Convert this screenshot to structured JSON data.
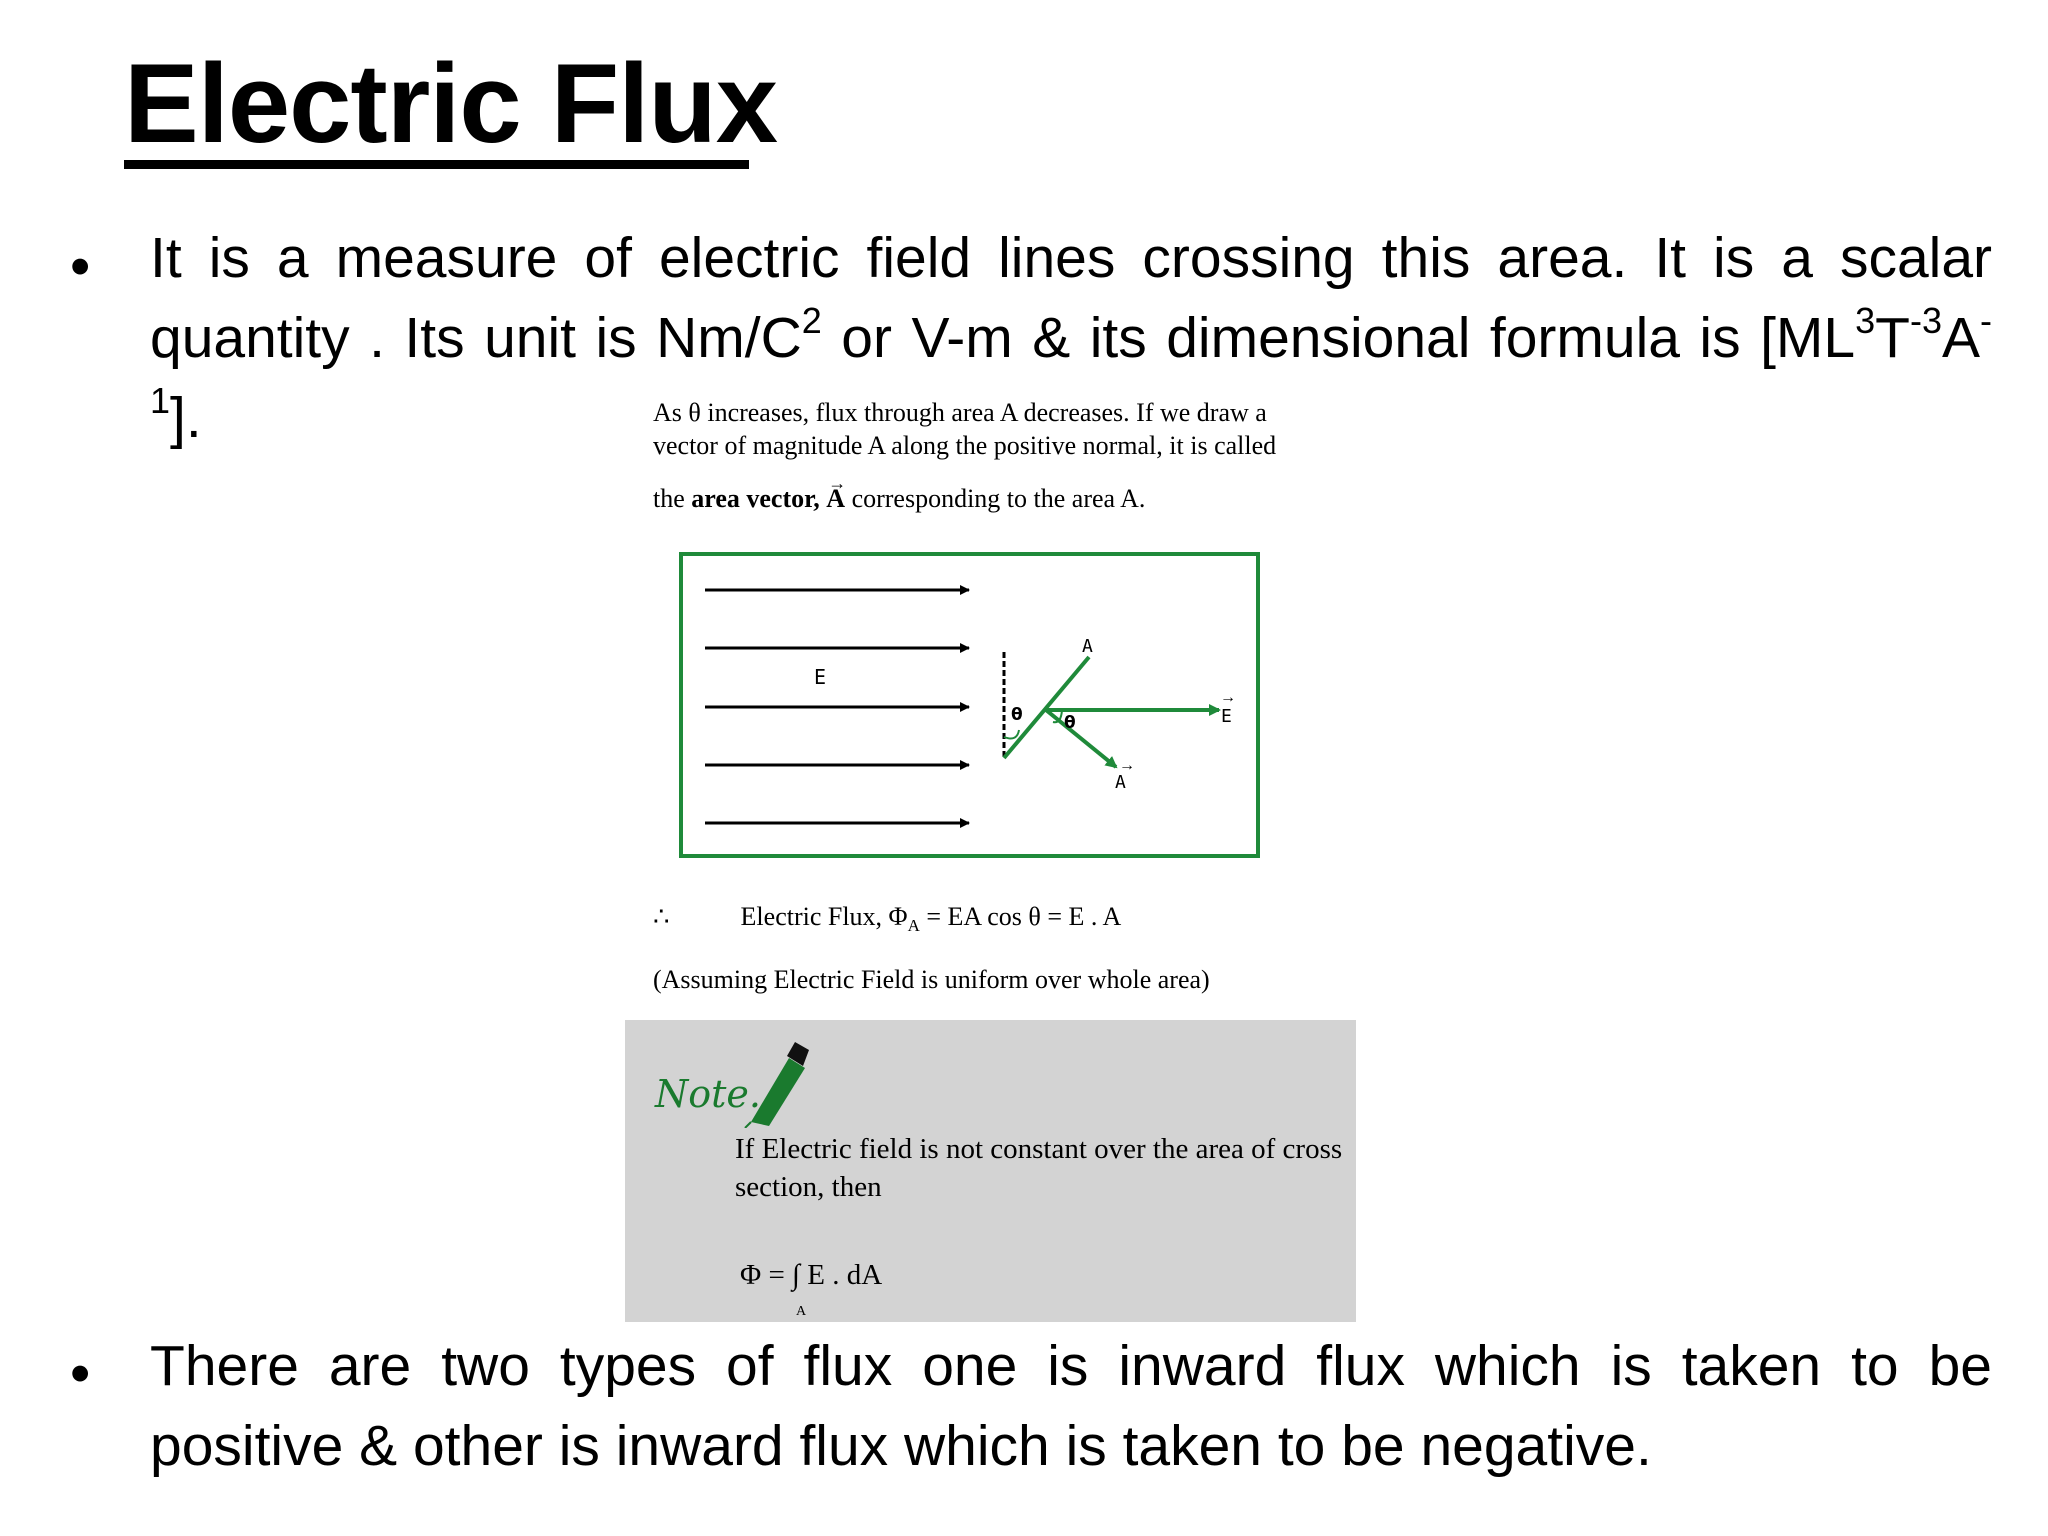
{
  "slide": {
    "title": "Electric Flux",
    "bullets": [
      {
        "marker": "•",
        "line1": "It is a measure of electric field lines crossing this area. It is a scalar quantity . Its unit is Nm/C",
        "sup1": "2",
        "mid1": " or V-m & its dimensional formula is [ML",
        "sup2": "3",
        "mid2": "T",
        "sup3": "-3",
        "mid3": "A",
        "sup4": "-1",
        "end": "]."
      },
      {
        "marker": "•",
        "text": "There are two types of flux one is inward flux which is taken to be positive & other is inward flux which is taken to be negative."
      }
    ]
  },
  "figure": {
    "caption_line1": "As θ increases, flux through area A decreases. If we draw a",
    "caption_line2": "vector of magnitude A along the positive normal, it is called",
    "caption_line3_pre": "the ",
    "caption_line3_bold": "area vector,",
    "caption_line3_vec": "A",
    "caption_line3_post": " corresponding to the area A.",
    "diagram": {
      "field_label": "E",
      "plane_label": "A",
      "angle_label": "θ",
      "vector_E_label": "E",
      "vector_A_label": "A",
      "border_color": "#1f8a3a",
      "vector_color": "#1f8a3a"
    },
    "therefore": "∴",
    "formula": "Electric Flux, Φ",
    "formula_sub": "A",
    "formula_rest": " = EA  cos θ = E . A",
    "assumption": "(Assuming Electric Field is uniform over whole area)"
  },
  "note": {
    "label": "Note..",
    "line1": "If Electric field is not constant over the area of cross",
    "line2": "section,  then",
    "formula": "Φ = ∫ E . dA",
    "formula_sub": "A",
    "background": "#d3d3d3",
    "accent": "#1a7a2e"
  }
}
